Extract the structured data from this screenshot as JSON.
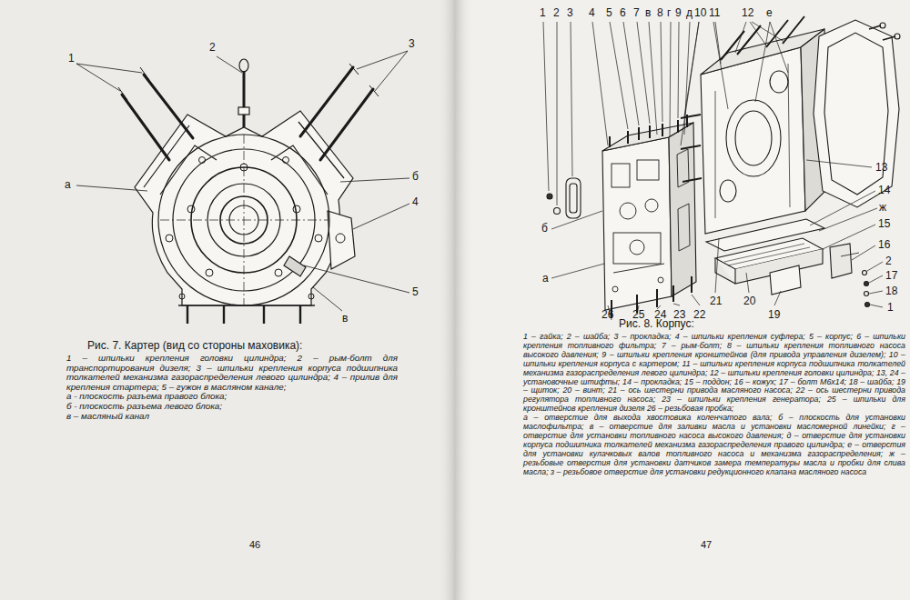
{
  "diagram": {
    "labels": [
      "1",
      "2",
      "3",
      "а",
      "б",
      "4",
      "5",
      "в",
      "Рис. 7. Картер (вид со стороны маховика):",
      "1 – шпильки крепления головки цилиндра; 2 – рым-болт для транспортирования дизеля; 3 – шпильки крепления корпуса подшипника толкателей механизма газораспределения левого цилиндра; 4 – прилив для крепления стартера; 5 – гужон в масляном канале;",
      "а - плоскость разъема правого блока;",
      "б - плоскость разъема левого блока;",
      "в – масляный канал",
      "46",
      "1",
      "2",
      "3",
      "4",
      "5",
      "6",
      "7",
      "в",
      "8",
      "г",
      "9",
      "д",
      "10",
      "11",
      "12",
      "е",
      "13",
      "14",
      "ж",
      "15",
      "16",
      "2",
      "17",
      "18",
      "1",
      "б",
      "а",
      "26",
      "25",
      "24",
      "23",
      "22",
      "21",
      "20",
      "19",
      "Рис. 8. Корпус:",
      "1 – гайка; 2 – шайба; 3 – прокладка; 4 – шпильки крепления суфлера; 5 – корпус; 6 – шпильки крепления топливного фильтра; 7 – рым-болт; 8 – шпильки крепления топливного насоса высокого давления; 9 – шпильки крепления кронштейнов (для привода управления дизелем); 10 – шпильки крепления корпуса с картером; 11 – шпильки крепления корпуса подшипника толкателей механизма газораспределения левого цилиндра; 12 – шпильки крепления головки цилиндра; 13, 24 – установочные штифты; 14 – прокладка; 15 – поддон; 16 – кожух; 17 – болт М6х14; 18 – шайба; 19 – щиток; 20 – винт; 21 – ось шестерни привода масляного насоса; 22 – ось шестерни привода регулятора топливного насоса; 23 – шпильки крепления генератора; 25 – шпильки для кронштейнов крепления дизеля 26 – резьбовая пробка;",
      "а – отверстие для выхода хвостовика коленчатого вала; б – плоскость для установки маслофильтра; в – отверстие для заливки масла и установки масломерной линейки; г – отверстие для установки топливного насоса высокого давления; д – отверстие для установки корпуса подшипника толкателей механизма газораспределения правого цилиндра; е – отверстия для установки кулачковых валов топливного насоса и механизма газораспределения; ж – резьбовые отверстия для установки датчиков замера температуры масла и пробки для слива масла; з – резьбовое отверстие для установки редукционного клапана масляного насоса",
      "47"
    ]
  }
}
